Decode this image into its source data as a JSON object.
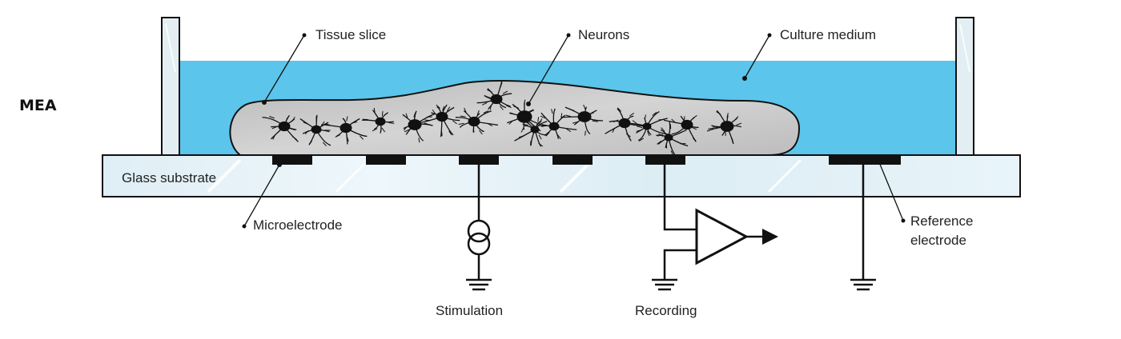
{
  "title": "MEA",
  "labels": {
    "tissue_slice": "Tissue slice",
    "neurons": "Neurons",
    "culture_medium": "Culture medium",
    "glass_substrate": "Glass substrate",
    "microelectrode": "Microelectrode",
    "reference_electrode_line1": "Reference",
    "reference_electrode_line2": "electrode",
    "stimulation": "Stimulation",
    "recording": "Recording"
  },
  "colors": {
    "culture_medium": "#5bc5eb",
    "tissue": "#c8c8c8",
    "glass": "#e7f3f8",
    "electrode": "#111111",
    "wall": "#e2eef2"
  },
  "icons": [
    "current-source-icon",
    "amplifier-icon",
    "ground-icon"
  ]
}
